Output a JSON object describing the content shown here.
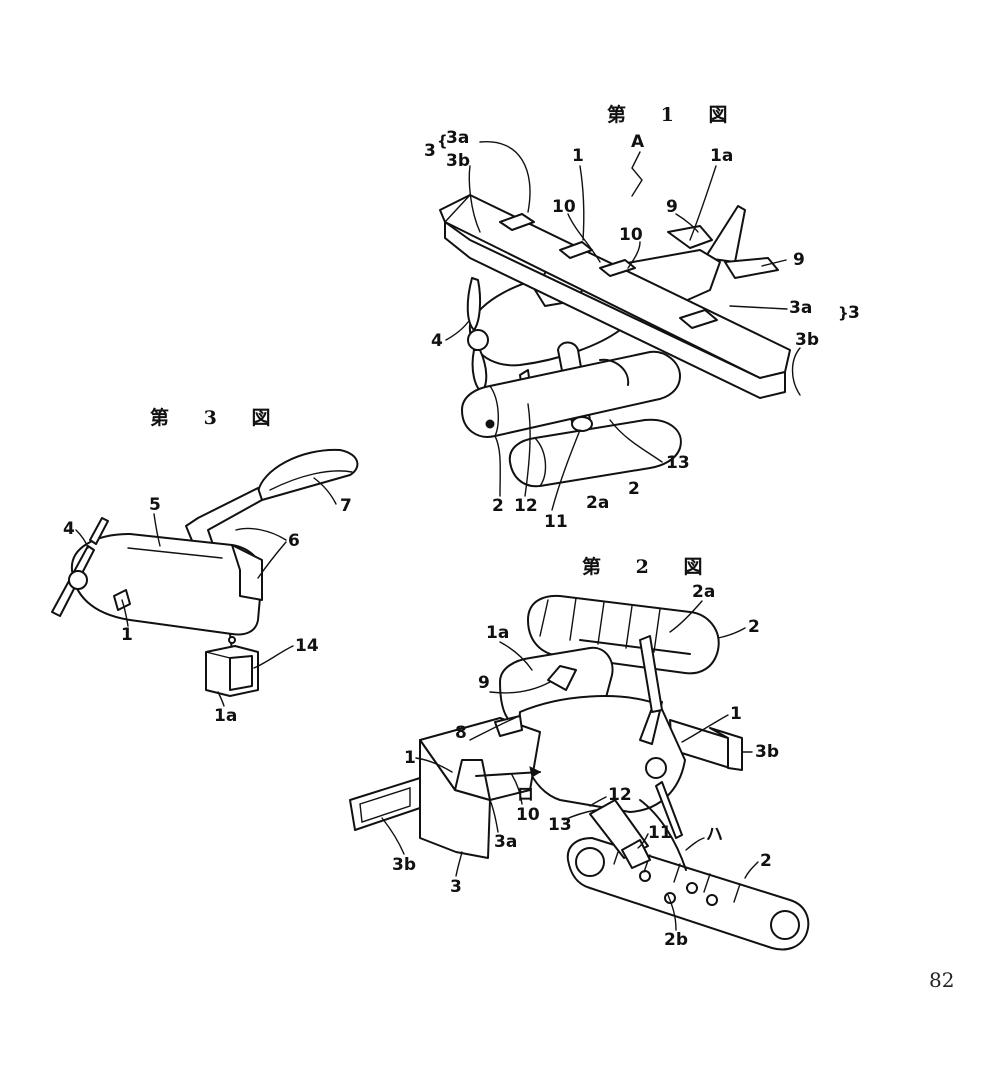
{
  "figures": {
    "fig1": {
      "title": "第 1 図",
      "labels": {
        "l3": "3",
        "l3a_top": "3a",
        "l3b_top": "3b",
        "l1": "1",
        "lA": "A",
        "l1a": "1a",
        "l10a": "10",
        "l10b": "10",
        "l9a": "9",
        "l9b": "9",
        "l3a_right": "3a",
        "l3_right": "3",
        "l3b_right": "3b",
        "l4": "4",
        "l2_left": "2",
        "l12": "12",
        "l11": "11",
        "l2a": "2a",
        "l2_right": "2",
        "l13": "13"
      }
    },
    "fig2": {
      "title": "第 2 図",
      "labels": {
        "l1a": "1a",
        "l2a": "2a",
        "l2_top": "2",
        "l9": "9",
        "l8": "8",
        "l1_right": "1",
        "l3b_right": "3b",
        "l1_left": "1",
        "l12": "12",
        "l13": "13",
        "l11": "11",
        "lha": "ハ",
        "l2_bottom": "2",
        "l10": "10",
        "l3a": "3a",
        "lro": "ロ",
        "l3b_left": "3b",
        "l3": "3",
        "l2b": "2b"
      }
    },
    "fig3": {
      "title": "第 3 図",
      "labels": {
        "l4": "4",
        "l5": "5",
        "l6": "6",
        "l7": "7",
        "l1": "1",
        "l14": "14",
        "l1a": "1a"
      }
    }
  },
  "page_number": "82"
}
